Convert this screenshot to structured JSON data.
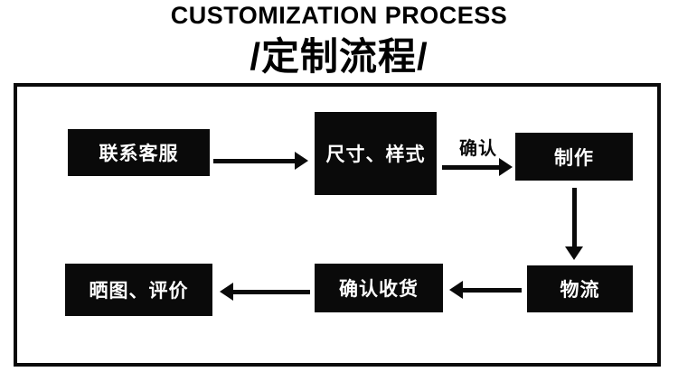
{
  "header": {
    "title": "CUSTOMIZATION PROCESS",
    "subtitle": "/定制流程/"
  },
  "flowchart": {
    "nodes": [
      {
        "id": "contact-service",
        "label": "联系客服"
      },
      {
        "id": "size-style",
        "label": "尺寸、样式"
      },
      {
        "id": "production",
        "label": "制作"
      },
      {
        "id": "logistics",
        "label": "物流"
      },
      {
        "id": "confirm-receipt",
        "label": "确认收货"
      },
      {
        "id": "photo-review",
        "label": "晒图、评价"
      }
    ],
    "arrow_label": "确认",
    "edges": [
      {
        "from": "contact-service",
        "to": "size-style",
        "direction": "right"
      },
      {
        "from": "size-style",
        "to": "production",
        "direction": "right",
        "label": "确认"
      },
      {
        "from": "production",
        "to": "logistics",
        "direction": "down"
      },
      {
        "from": "logistics",
        "to": "confirm-receipt",
        "direction": "left"
      },
      {
        "from": "confirm-receipt",
        "to": "photo-review",
        "direction": "left"
      }
    ],
    "colors": {
      "node_background": "#0a0a0a",
      "node_text": "#ffffff",
      "frame_border": "#0a0a0a",
      "page_background": "#ffffff"
    }
  }
}
